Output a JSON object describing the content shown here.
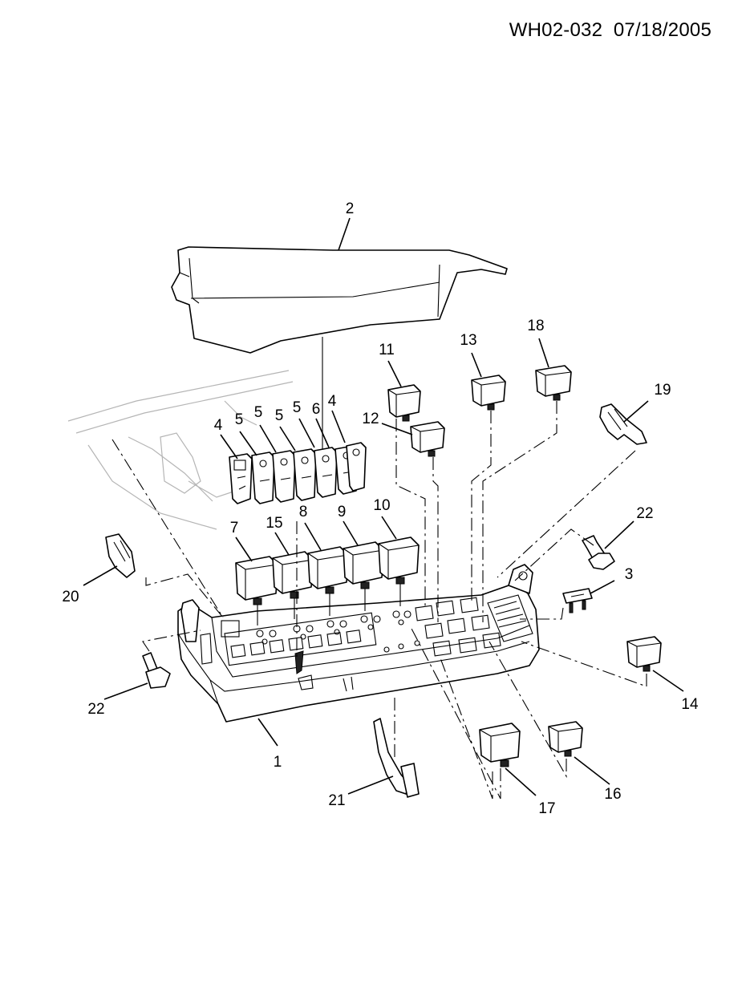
{
  "header": {
    "doc_id": "WH02-032",
    "date": "07/18/2005"
  },
  "callouts": {
    "c1": "1",
    "c2": "2",
    "c3": "3",
    "c4a": "4",
    "c4b": "4",
    "c5a": "5",
    "c5b": "5",
    "c5c": "5",
    "c5d": "5",
    "c6": "6",
    "c7": "7",
    "c8": "8",
    "c9": "9",
    "c10": "10",
    "c11": "11",
    "c12": "12",
    "c13": "13",
    "c14": "14",
    "c15": "15",
    "c16": "16",
    "c17": "17",
    "c18": "18",
    "c19": "19",
    "c20": "20",
    "c21": "21",
    "c22a": "22",
    "c22b": "22"
  }
}
